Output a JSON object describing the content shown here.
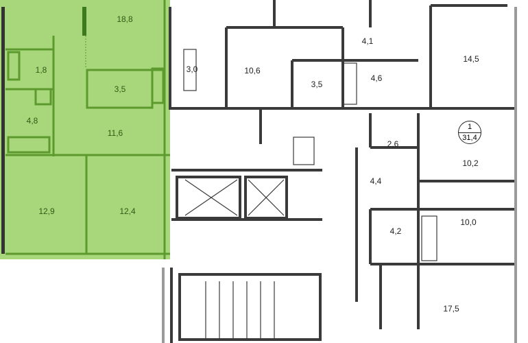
{
  "colors": {
    "selected_fill": "#a8d67a",
    "selected_wall": "#5c9a2e",
    "wall": "#3a3a3a",
    "wall_light": "#9a9a9a"
  },
  "apartment_selected": {
    "rooms": [
      "18,8",
      "1,8",
      "3,5",
      "4,8",
      "11,6",
      "12,9",
      "12,4"
    ]
  },
  "apartment_1": {
    "number": "1",
    "total_area": "31,4"
  },
  "rooms": {
    "r18_8": "18,8",
    "r1_8": "1,8",
    "r3_5a": "3,5",
    "r4_8": "4,8",
    "r11_6": "11,6",
    "r12_9": "12,9",
    "r12_4": "12,4",
    "r3_0": "3,0",
    "r10_6": "10,6",
    "r3_5b": "3,5",
    "r4_1": "4,1",
    "r4_6": "4,6",
    "r14_5": "14,5",
    "r2_6": "2,6",
    "r10_2": "10,2",
    "r4_4": "4,4",
    "r4_2": "4,2",
    "r10_0": "10,0",
    "r17_5": "17,5"
  }
}
